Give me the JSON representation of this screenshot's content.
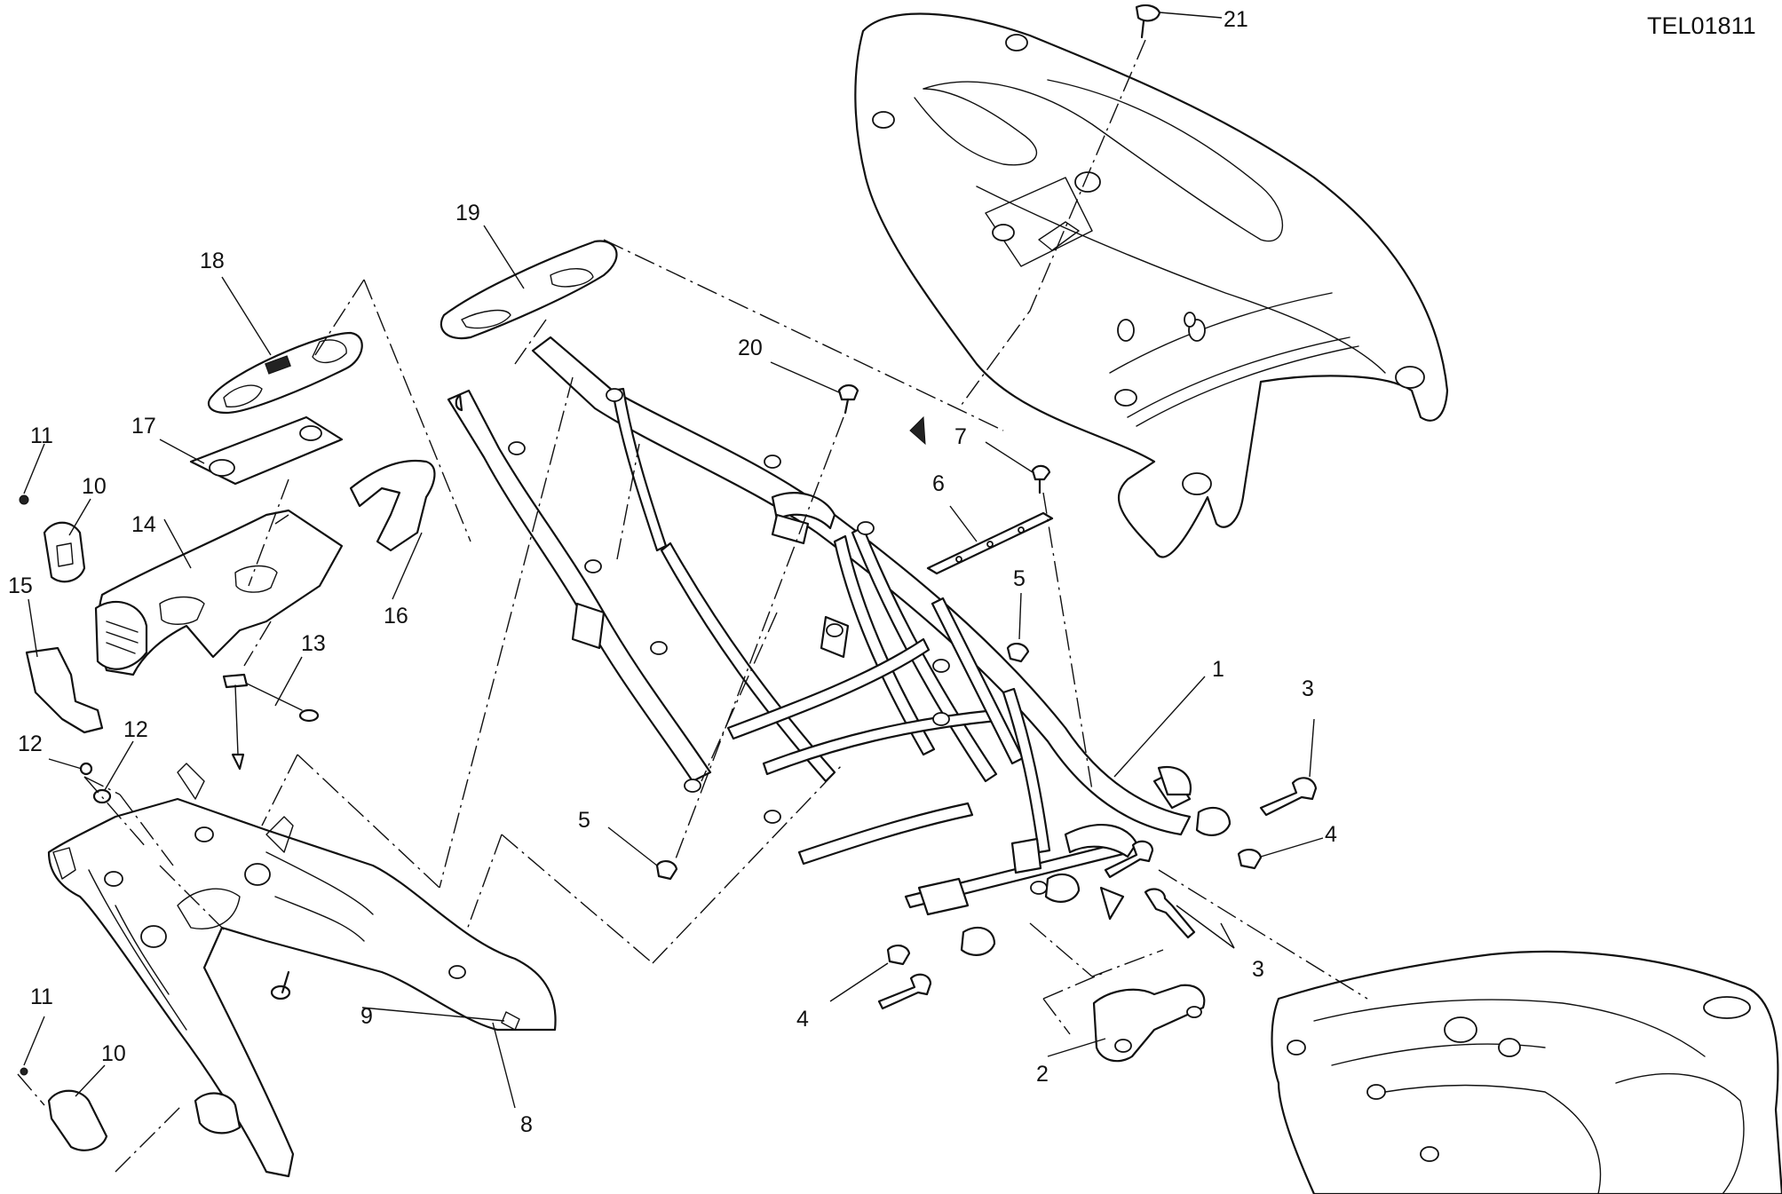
{
  "drawing_code": "TEL01811",
  "callouts": {
    "c1": "1",
    "c2": "2",
    "c3a": "3",
    "c3b": "3",
    "c4a": "4",
    "c4b": "4",
    "c5a": "5",
    "c5b": "5",
    "c6": "6",
    "c7": "7",
    "c8": "8",
    "c9": "9",
    "c10a": "10",
    "c10b": "10",
    "c11a": "11",
    "c11b": "11",
    "c12a": "12",
    "c12b": "12",
    "c13": "13",
    "c14": "14",
    "c15": "15",
    "c16": "16",
    "c17": "17",
    "c18": "18",
    "c19": "19",
    "c20": "20",
    "c21": "21"
  }
}
